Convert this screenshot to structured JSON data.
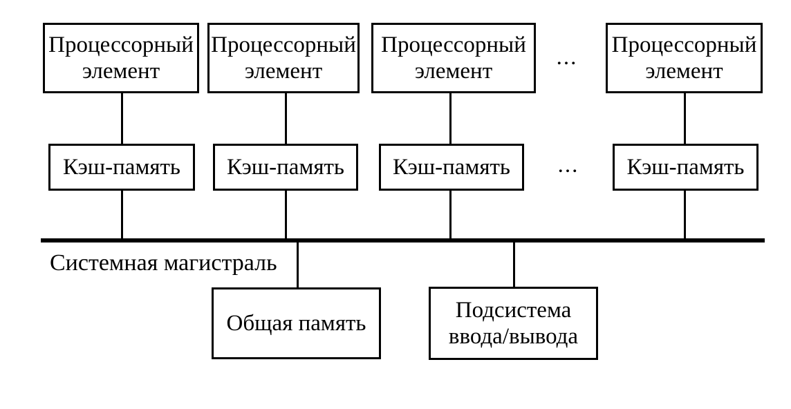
{
  "diagram_title": "shared-memory multiprocessor architecture",
  "colors": {
    "background": "#ffffff",
    "line": "#000000",
    "text": "#000000"
  },
  "nodes": {
    "processor": {
      "line1": "Процессорный",
      "line2": "элемент"
    },
    "cache": "Кэш-память",
    "shared_memory": "Общая память",
    "io": {
      "line1": "Подсистема",
      "line2": "ввода/вывода"
    }
  },
  "ellipsis": "...",
  "bus": {
    "label": "Системная магистраль"
  }
}
